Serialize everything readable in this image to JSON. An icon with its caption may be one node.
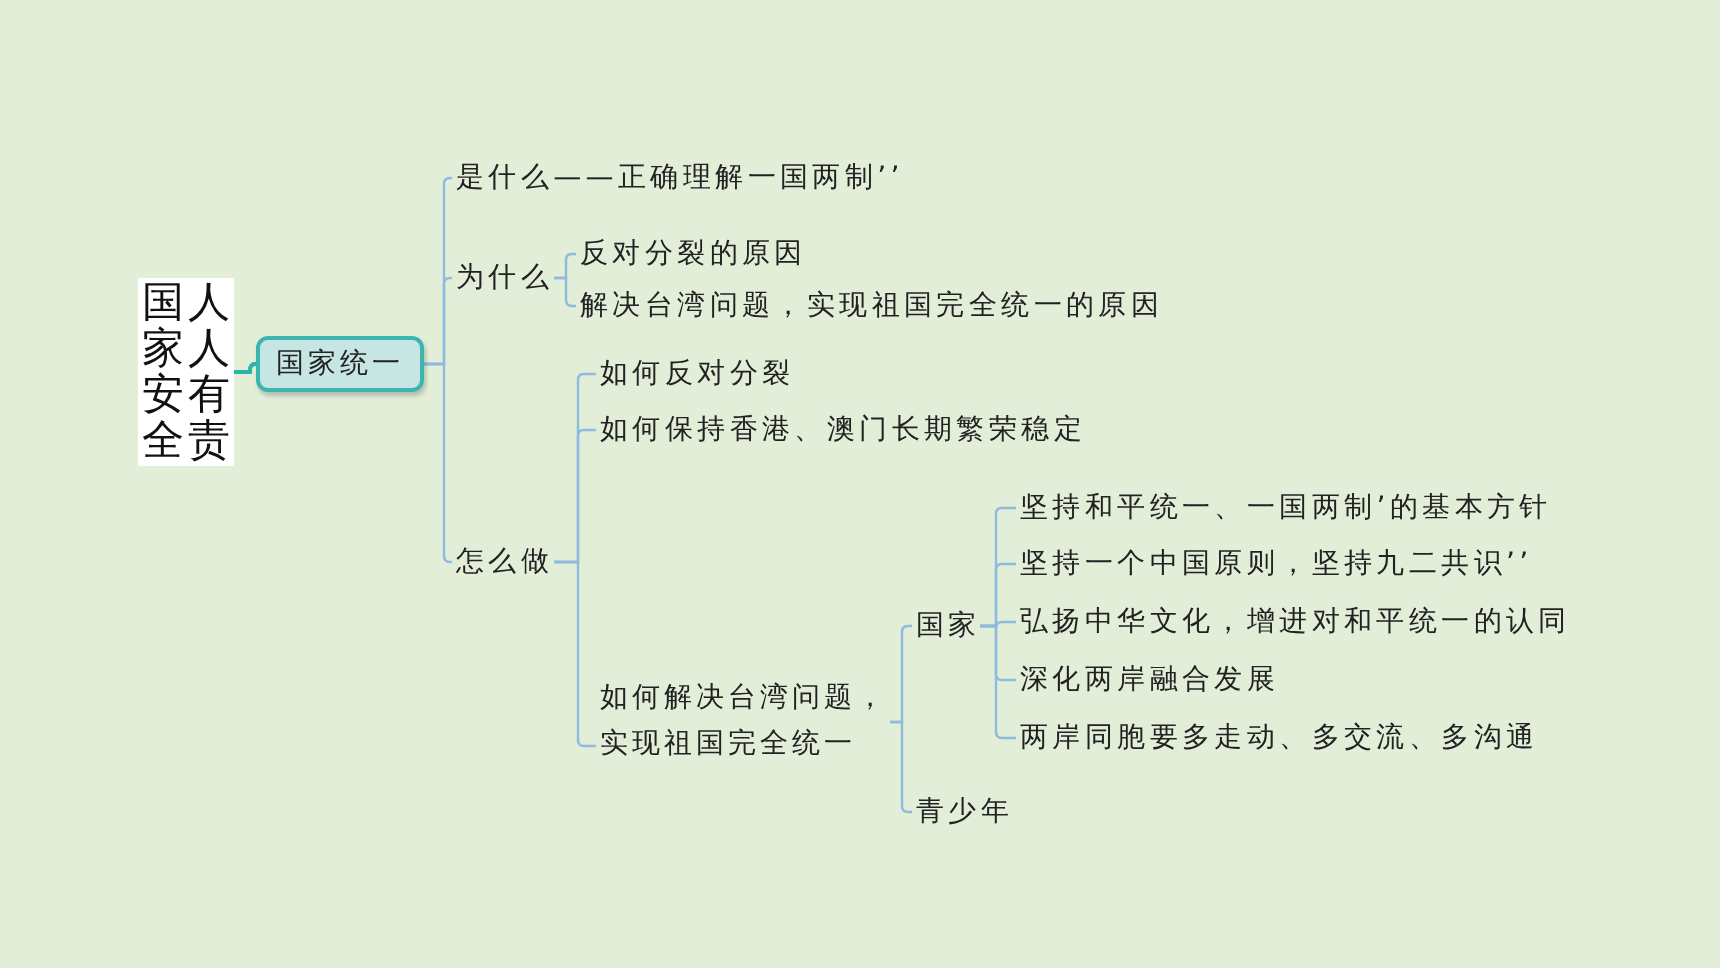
{
  "diagram": {
    "nodes": [
      {
        "text": [
          "国家安全",
          "人人有责"
        ]
      },
      {
        "text": [
          "国家统一"
        ]
      },
      {
        "text": [
          "是什么——正确理解一国两制’’"
        ]
      },
      {
        "text": [
          "为什么"
        ]
      },
      {
        "text": [
          "反对分裂的原因"
        ]
      },
      {
        "text": [
          "解决台湾问题，实现祖国完全统一的原因"
        ]
      },
      {
        "text": [
          "怎么做"
        ]
      },
      {
        "text": [
          "如何反对分裂"
        ]
      },
      {
        "text": [
          "如何保持香港、澳门长期繁荣稳定"
        ]
      },
      {
        "text": [
          "如何解决台湾问题，实现祖国完全统一"
        ]
      },
      {
        "text": [
          "国家"
        ]
      },
      {
        "text": [
          "坚持和平统一、一国两制’的基本方针"
        ]
      },
      {
        "text": [
          "坚持一个中国原则，坚持九二共识’’"
        ]
      },
      {
        "text": [
          "弘扬中华文化，增进对和平统一的认同"
        ]
      },
      {
        "text": [
          "深化两岸融合发展"
        ]
      },
      {
        "text": [
          "两岸同胞要多走动、多交流、多沟通"
        ]
      },
      {
        "text": [
          "青少年"
        ]
      }
    ],
    "edges": [
      {
        "from": 0,
        "to": 1,
        "arrow": "none",
        "color": "#2fb3a8"
      },
      {
        "from": 1,
        "to": 2,
        "arrow": "none"
      },
      {
        "from": 1,
        "to": 3,
        "arrow": "none"
      },
      {
        "from": 1,
        "to": 6,
        "arrow": "none"
      },
      {
        "from": 3,
        "to": 4,
        "arrow": "none"
      },
      {
        "from": 3,
        "to": 5,
        "arrow": "none"
      },
      {
        "from": 6,
        "to": 7,
        "arrow": "none"
      },
      {
        "from": 6,
        "to": 8,
        "arrow": "none"
      },
      {
        "from": 6,
        "to": 9,
        "arrow": "none"
      },
      {
        "from": 9,
        "to": 10,
        "arrow": "none"
      },
      {
        "from": 9,
        "to": 16,
        "arrow": "none"
      },
      {
        "from": 10,
        "to": 11,
        "arrow": "none"
      },
      {
        "from": 10,
        "to": 12,
        "arrow": "none"
      },
      {
        "from": 10,
        "to": 13,
        "arrow": "none"
      },
      {
        "from": 10,
        "to": 14,
        "arrow": "none"
      },
      {
        "from": 10,
        "to": 15,
        "arrow": "none"
      }
    ]
  }
}
